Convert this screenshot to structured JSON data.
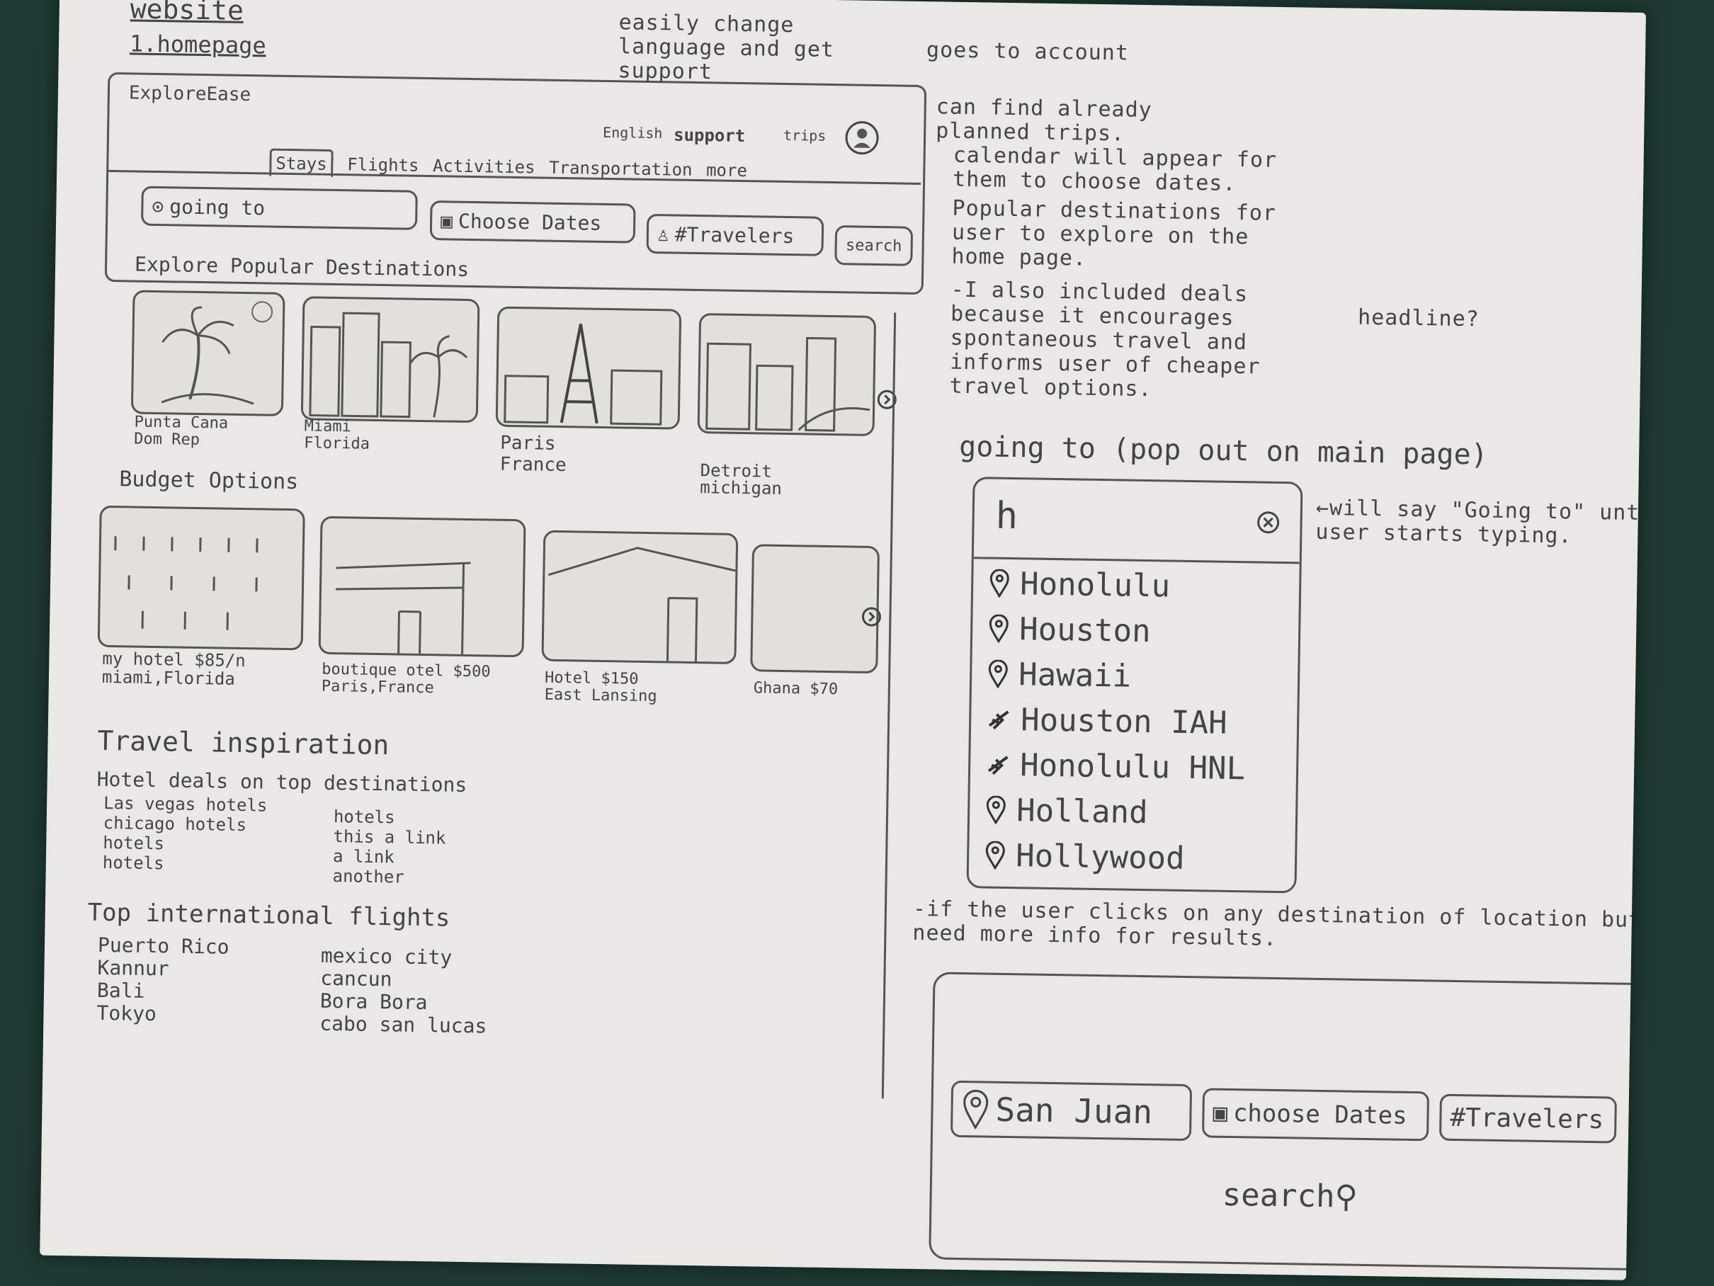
{
  "sketch": {
    "title": "website",
    "subtitle": "1.homepage",
    "logo": "ExploreEase",
    "header_links": {
      "language": "English",
      "support": "support",
      "trips": "trips"
    },
    "tabs": [
      "Stays",
      "Flights",
      "Activities",
      "Transportation",
      "more"
    ],
    "search_bar": {
      "going_to": "going to",
      "dates": "Choose Dates",
      "travelers": "#Travelers",
      "search": "search"
    },
    "popular": {
      "heading": "Explore Popular Destinations",
      "items": [
        {
          "line1": "Punta Cana",
          "line2": "Dom Rep"
        },
        {
          "line1": "Miami",
          "line2": "Florida"
        },
        {
          "line1": "Paris",
          "line2": "France"
        },
        {
          "line1": "Detroit",
          "line2": "michigan"
        }
      ]
    },
    "budget": {
      "heading": "Budget Options",
      "items": [
        {
          "line1": "my hotel  $85/n",
          "line2": "miami,Florida"
        },
        {
          "line1": "boutique otel $500",
          "line2": "Paris,France"
        },
        {
          "line1": "Hotel $150",
          "line2": "East Lansing"
        },
        {
          "line1": "Ghana $70",
          "line2": ""
        }
      ]
    },
    "inspiration": {
      "heading": "Travel inspiration",
      "subheading": "Hotel deals on top destinations",
      "left": [
        "Las vegas hotels",
        "chicago hotels",
        "hotels",
        "hotels"
      ],
      "right": [
        "hotels",
        "this a link",
        "a link",
        "another"
      ]
    },
    "flights": {
      "heading": "Top international flights",
      "left": [
        "Puerto Rico",
        "Kannur",
        "Bali",
        "Tokyo"
      ],
      "right": [
        "mexico city",
        "cancun",
        "Bora Bora",
        "cabo san lucas"
      ]
    },
    "notes": {
      "lang": "easily change language and get support",
      "account": "goes to account",
      "trips": "can find already planned trips.",
      "calendar": "calendar will appear for them to choose dates.",
      "popular": "Popular destinations for user to explore on the home page.",
      "deals": "-I also included deals because it encourages spontaneous travel and informs user of cheaper travel options.",
      "headline": "headline?",
      "popout_title": "going to (pop out on main page)",
      "goingto_note": "←will say \"Going to\" until user starts typing.",
      "bottom": "-if the user clicks on any destination of location but need more info for results."
    },
    "popout": {
      "query": "h",
      "items": [
        {
          "icon": "pin",
          "label": "Honolulu"
        },
        {
          "icon": "pin",
          "label": "Houston"
        },
        {
          "icon": "pin",
          "label": "Hawaii"
        },
        {
          "icon": "plane",
          "label": "Houston IAH"
        },
        {
          "icon": "plane",
          "label": "Honolulu HNL"
        },
        {
          "icon": "pin",
          "label": "Holland"
        },
        {
          "icon": "pin",
          "label": "Hollywood"
        }
      ]
    },
    "bottom_box": {
      "location": "San Juan",
      "dates": "choose Dates",
      "travelers": "#Travelers",
      "search": "search"
    }
  }
}
